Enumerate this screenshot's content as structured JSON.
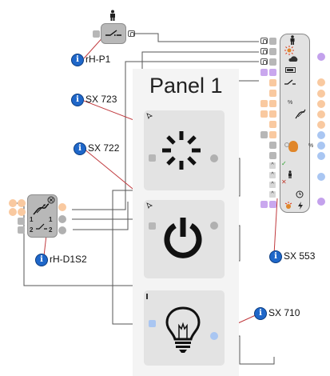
{
  "panel": {
    "title": "Panel 1"
  },
  "callouts": [
    {
      "id": "rh-p1",
      "label": "rH-P1"
    },
    {
      "id": "sx723",
      "label": "SX 723"
    },
    {
      "id": "sx722",
      "label": "SX 722"
    },
    {
      "id": "rh-d1s2",
      "label": "rH-D1S2"
    },
    {
      "id": "sx553",
      "label": "SX 553"
    },
    {
      "id": "sx710",
      "label": "SX 710"
    }
  ],
  "info_glyph": "i",
  "icons": {
    "person": "person-icon",
    "switch": "switch-icon",
    "dimmer": "dimmer-icon",
    "sun": "sun-brightness-icon",
    "power": "power-icon",
    "bulb": "light-bulb-icon",
    "cursor": "cursor-icon"
  },
  "dimmer_module": {
    "port_labels": [
      "1",
      "1",
      "2",
      "2"
    ]
  },
  "colors": {
    "info": "#1f67c9",
    "wire": "#555555",
    "callout_line": "#c0393d"
  }
}
